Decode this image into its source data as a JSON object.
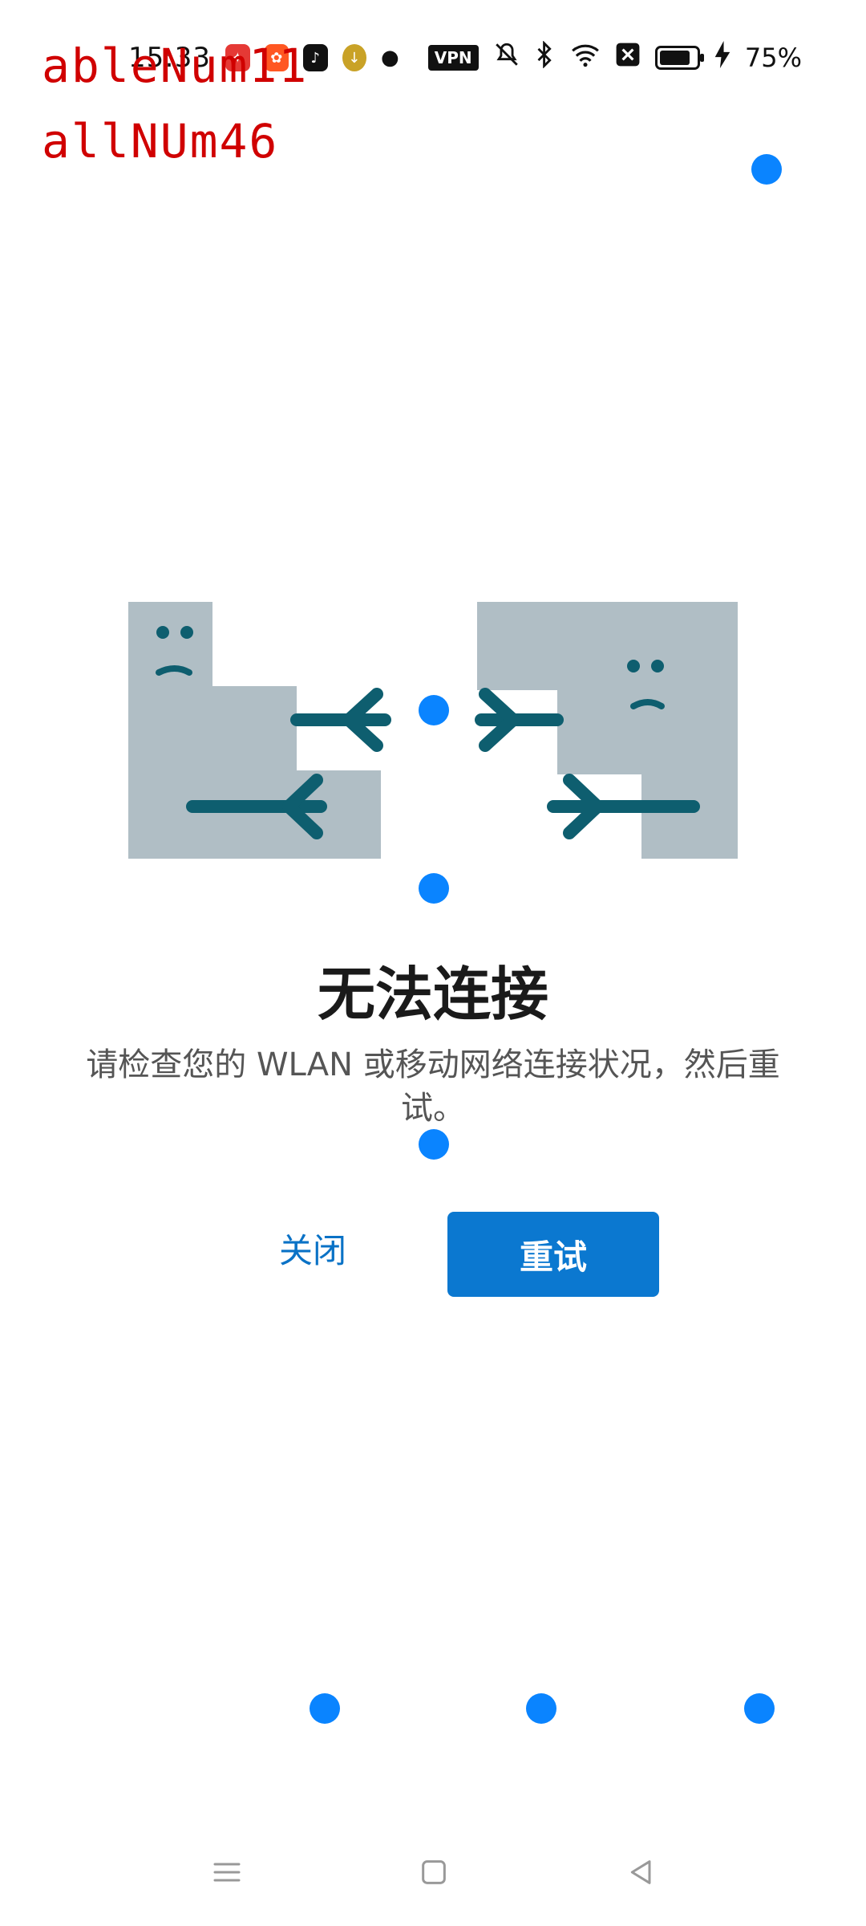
{
  "status_bar": {
    "time": "15:33",
    "battery_percent": "75%",
    "battery_level": 0.75,
    "vpn": "VPN"
  },
  "overlay": {
    "line1": "ableNum11",
    "line2": "allNUm46"
  },
  "dialog": {
    "title": "无法连接",
    "message": "请检查您的 WLAN 或移动网络连接状况，然后重试。",
    "close_label": "关闭",
    "retry_label": "重试"
  },
  "colors": {
    "accent": "#0b78d0",
    "illustration_block": "#b0bec5",
    "illustration_arrow": "#0e5e6f",
    "touch_dot": "#0a84ff",
    "debug_text": "#d00000"
  },
  "icons": {
    "nav_menu": "menu-icon",
    "nav_home": "home-icon",
    "nav_back": "back-icon"
  }
}
